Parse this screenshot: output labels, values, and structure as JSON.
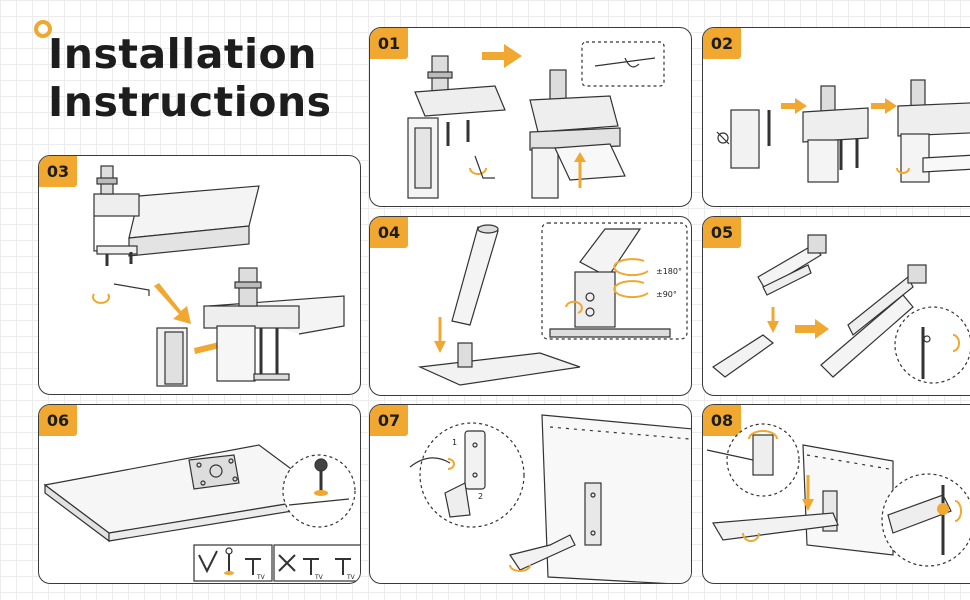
{
  "title": {
    "line1": "Installation",
    "line2": "Instructions"
  },
  "colors": {
    "accent": "#f0a830",
    "ink": "#1d1d1d",
    "line": "#3a3a3a",
    "grid": "#ececec"
  },
  "steps": [
    {
      "number": "01"
    },
    {
      "number": "02"
    },
    {
      "number": "03"
    },
    {
      "number": "04",
      "rotation_labels": [
        "±180°",
        "±90°"
      ]
    },
    {
      "number": "05"
    },
    {
      "number": "06",
      "labels": [
        "TV",
        "TV",
        "TV"
      ]
    },
    {
      "number": "07",
      "callouts": [
        "1",
        "2"
      ]
    },
    {
      "number": "08"
    }
  ]
}
